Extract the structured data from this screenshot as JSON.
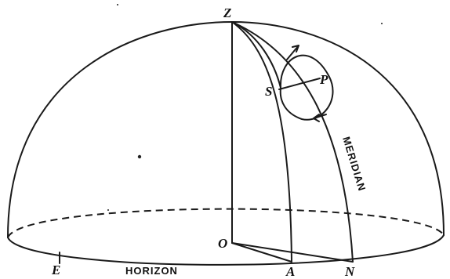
{
  "labels": {
    "zenith": "Z",
    "pole": "P",
    "star": "S",
    "center": "O",
    "east": "E",
    "point_a": "A",
    "north": "N",
    "meridian": "MERIDIAN",
    "horizon": "HORIZON"
  }
}
